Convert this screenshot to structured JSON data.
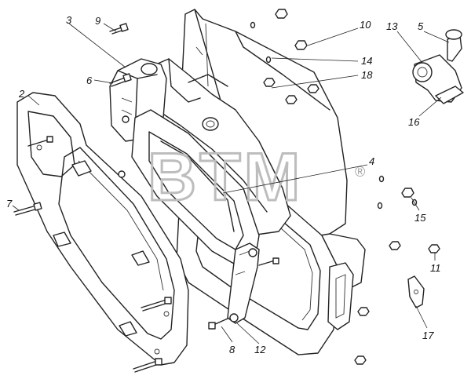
{
  "watermark": {
    "text": "BTM",
    "registered": "®"
  },
  "callouts": [
    {
      "id": "2",
      "label": "2"
    },
    {
      "id": "3",
      "label": "3"
    },
    {
      "id": "4",
      "label": "4"
    },
    {
      "id": "5",
      "label": "5"
    },
    {
      "id": "6",
      "label": "6"
    },
    {
      "id": "7",
      "label": "7"
    },
    {
      "id": "8",
      "label": "8"
    },
    {
      "id": "9",
      "label": "9"
    },
    {
      "id": "10",
      "label": "10"
    },
    {
      "id": "11",
      "label": "11"
    },
    {
      "id": "12",
      "label": "12"
    },
    {
      "id": "13",
      "label": "13"
    },
    {
      "id": "14",
      "label": "14"
    },
    {
      "id": "15",
      "label": "15"
    },
    {
      "id": "16",
      "label": "16"
    },
    {
      "id": "17",
      "label": "17"
    },
    {
      "id": "18",
      "label": "18"
    }
  ]
}
